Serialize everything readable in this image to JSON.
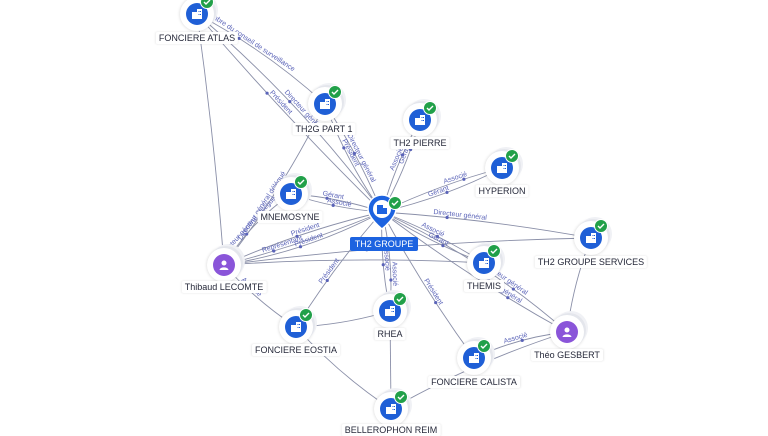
{
  "nodes": [
    {
      "id": "atlas",
      "label": "FONCIERE ATLAS",
      "type": "company",
      "verified": true
    },
    {
      "id": "th2g",
      "label": "TH2G PART 1",
      "type": "company",
      "verified": true
    },
    {
      "id": "pierre",
      "label": "TH2 PIERRE",
      "type": "company",
      "verified": true
    },
    {
      "id": "hyperion",
      "label": "HYPERION",
      "type": "company",
      "verified": true
    },
    {
      "id": "mnemosyne",
      "label": "MNEMOSYNE",
      "type": "company",
      "verified": true
    },
    {
      "id": "services",
      "label": "TH2 GROUPE SERVICES",
      "type": "company",
      "verified": true
    },
    {
      "id": "themis",
      "label": "THEMIS",
      "type": "company",
      "verified": true
    },
    {
      "id": "thibaud",
      "label": "Thibaud LECOMTE",
      "type": "person",
      "verified": false
    },
    {
      "id": "theo",
      "label": "Théo GESBERT",
      "type": "person",
      "verified": false
    },
    {
      "id": "eostia",
      "label": "FONCIERE EOSTIA",
      "type": "company",
      "verified": true
    },
    {
      "id": "rhea",
      "label": "RHEA",
      "type": "company",
      "verified": true
    },
    {
      "id": "calista",
      "label": "FONCIERE CALISTA",
      "type": "company",
      "verified": true
    },
    {
      "id": "bellerophon",
      "label": "BELLEROPHON REIM",
      "type": "company",
      "verified": true
    }
  ],
  "main_node": {
    "id": "groupe",
    "label": "TH2 GROUPE",
    "verified": true
  },
  "edge_labels": [
    "Membre du conseil de surveillance",
    "Président",
    "Directeur général",
    "Directeur général délégué",
    "Président",
    "Directeur général",
    "Gérant",
    "Associé",
    "Gérant",
    "Associé",
    "Gérant",
    "Associé",
    "Directeur général",
    "Directeur général",
    "Président",
    "Représentant",
    "Directeur général délégué",
    "Président",
    "Associé",
    "Président",
    "Associé",
    "Associé",
    "Gérant",
    "Associé",
    "Directeur général",
    "Président",
    "Associé",
    "Directeur général"
  ],
  "colors": {
    "company": "#1f5fd6",
    "person": "#8a55d9",
    "verified": "#21a049",
    "main": "#1d63e0",
    "edge": "#8a8fa8",
    "edge_label": "#5a63b8"
  }
}
